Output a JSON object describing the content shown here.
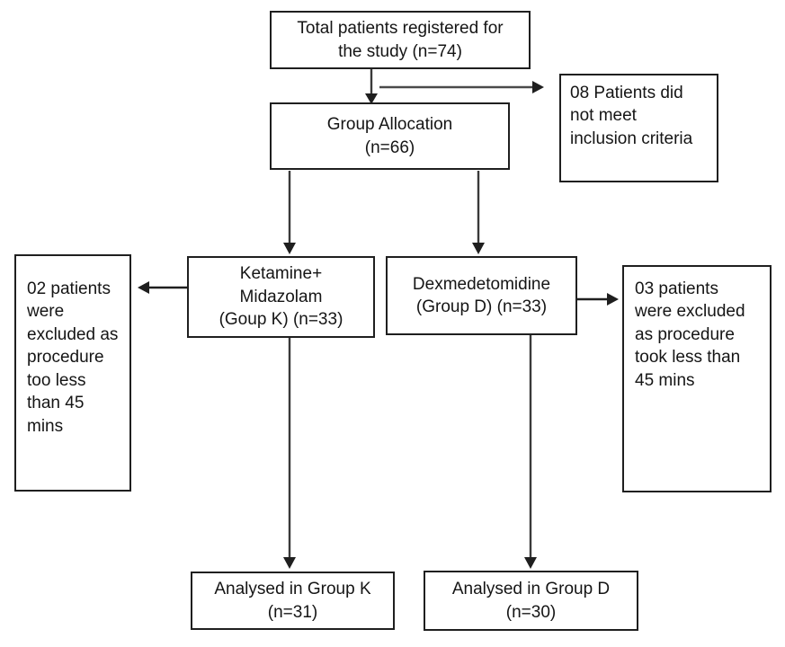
{
  "diagram": {
    "type": "patient-flow-chart",
    "boxes": {
      "total": {
        "text": "Total patients registered for\nthe study (n=74)"
      },
      "not_meet": {
        "text": "08 Patients did\nnot meet\ninclusion criteria"
      },
      "allocation": {
        "text": "Group Allocation\n(n=66)"
      },
      "ketamine": {
        "text": "Ketamine+\nMidazolam\n(Goup K) (n=33)"
      },
      "dexmedetomidine": {
        "text": "Dexmedetomidine\n(Group D) (n=33)"
      },
      "excluded_left": {
        "text": "02 patients\nwere\nexcluded as\nprocedure\ntoo less\nthan 45\nmins"
      },
      "excluded_right": {
        "text": "03 patients\nwere excluded\nas procedure\ntook less than\n45 mins"
      },
      "analysed_k": {
        "text": "Analysed in Group K\n(n=31)"
      },
      "analysed_d": {
        "text": "Analysed in Group D\n(n=30)"
      }
    },
    "colors": {
      "background": "#ffffff",
      "box_border": "#1f1f1f",
      "connector": "#3a3a3a",
      "text": "#151515"
    }
  }
}
